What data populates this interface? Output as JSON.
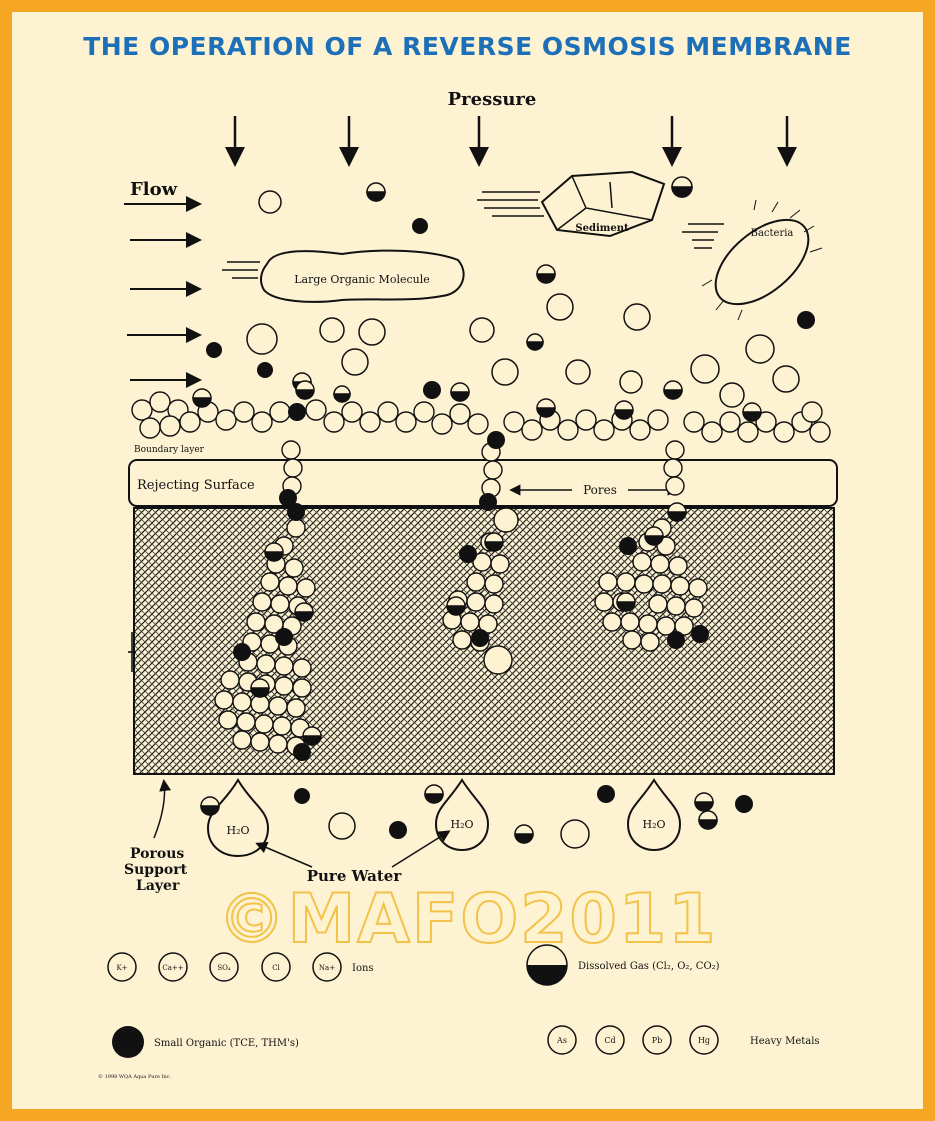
{
  "title": "THE OPERATION OF A REVERSE  OSMOSIS MEMBRANE",
  "labels": {
    "pressure": "Pressure",
    "flow": "Flow",
    "large_organic_molecule": "Large Organic Molecule",
    "sediment": "Sediment",
    "bacteria": "Bacteria",
    "boundary_layer": "Boundary layer",
    "rejecting_surface": "Rejecting Surface",
    "pores": "Pores",
    "porous_support_layer": [
      "Porous",
      "Support",
      "Layer"
    ],
    "pure_water": "Pure Water",
    "h2o": "H₂O"
  },
  "molecules": {
    "ions": [
      "K+",
      "Ca++",
      "SO₄",
      "Cl",
      "Na+"
    ],
    "metals": [
      "As",
      "Cd",
      "Pb",
      "Hg"
    ]
  },
  "legend": {
    "ions": "Ions",
    "dissolved_gas": "Dissolved Gas (Cl₂, O₂, CO₂)",
    "small_organic": "Small Organic (TCE, THM's)",
    "heavy_metals": "Heavy Metals"
  },
  "footer_small": "© 1998 WQA Aqua Pure Inc.",
  "watermark": "©MAFO2011",
  "colors": {
    "border": "#f5a623",
    "background": "#fdf3d2",
    "title": "#1d6fb8",
    "ink": "#111111"
  }
}
